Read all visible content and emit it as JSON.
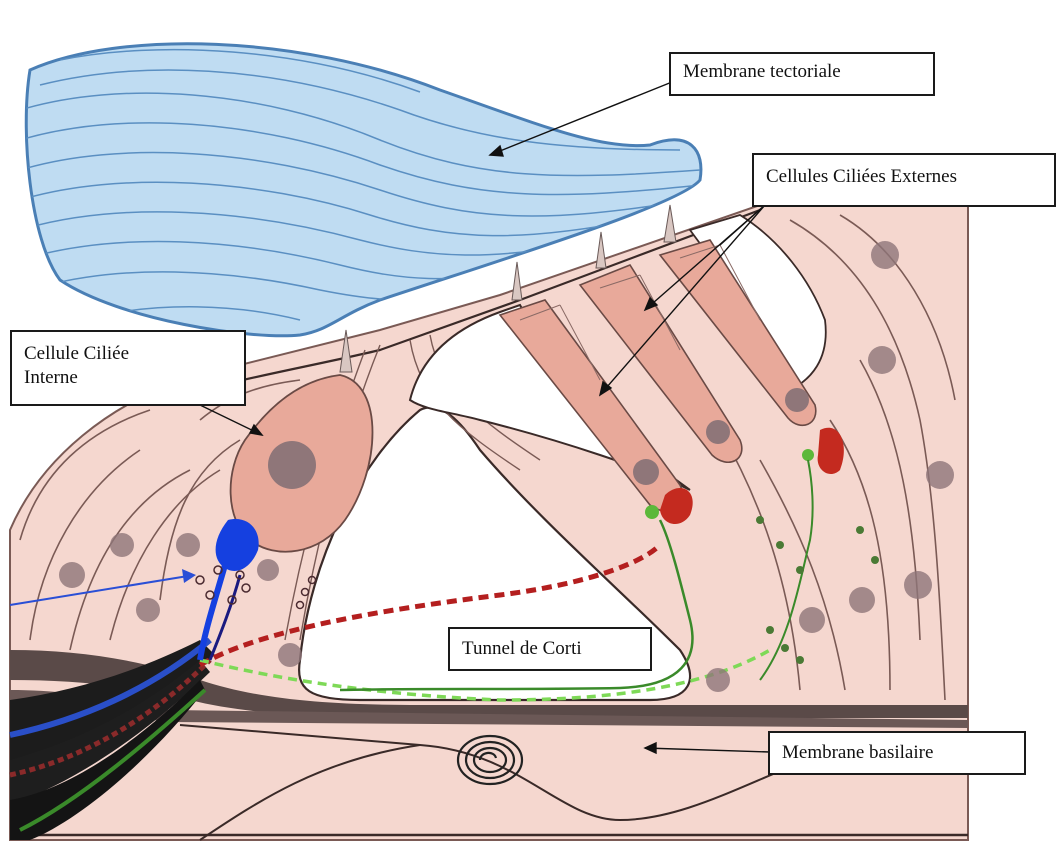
{
  "labels": {
    "tectorial": "Membrane tectoriale",
    "outer_cells": "Cellules Ciliées Externes",
    "inner_cell": "Cellule Ciliée Interne",
    "tunnel": "Tunnel de Corti",
    "basilar": "Membrane basilaire"
  },
  "colors": {
    "tectorial_fill": "#bfdcf2",
    "tectorial_stroke": "#4a7fb5",
    "tissue": "#f5d7cf",
    "hair_cell": "#e8a99a",
    "nucleus": "#8f7679",
    "afferent_blue": "#1540e0",
    "efferent_red": "#b41f1f",
    "nerve_green": "#3a8a2a",
    "pointer_blue": "#2a4fd6"
  }
}
